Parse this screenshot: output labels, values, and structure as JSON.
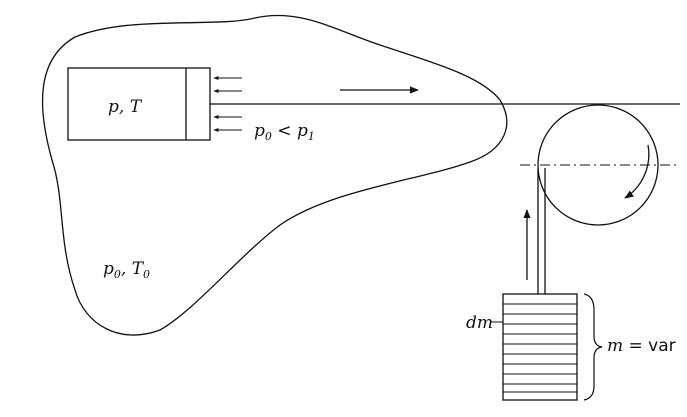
{
  "labels": {
    "cylinder_p": "p",
    "cylinder_sep": ", ",
    "cylinder_T": "T",
    "pressure_p": "p",
    "pressure_p_sub": "0",
    "pressure_lt": " < ",
    "pressure_p1": "p",
    "pressure_p1_sub": "1",
    "ambient_p": "p",
    "ambient_p_sub": "0",
    "ambient_sep": ", ",
    "ambient_T": "T",
    "ambient_T_sub": "0",
    "dm": "dm",
    "mass_m": "m",
    "mass_eq": " = var"
  },
  "colors": {
    "ink": "#111111",
    "paper": "#ffffff"
  }
}
